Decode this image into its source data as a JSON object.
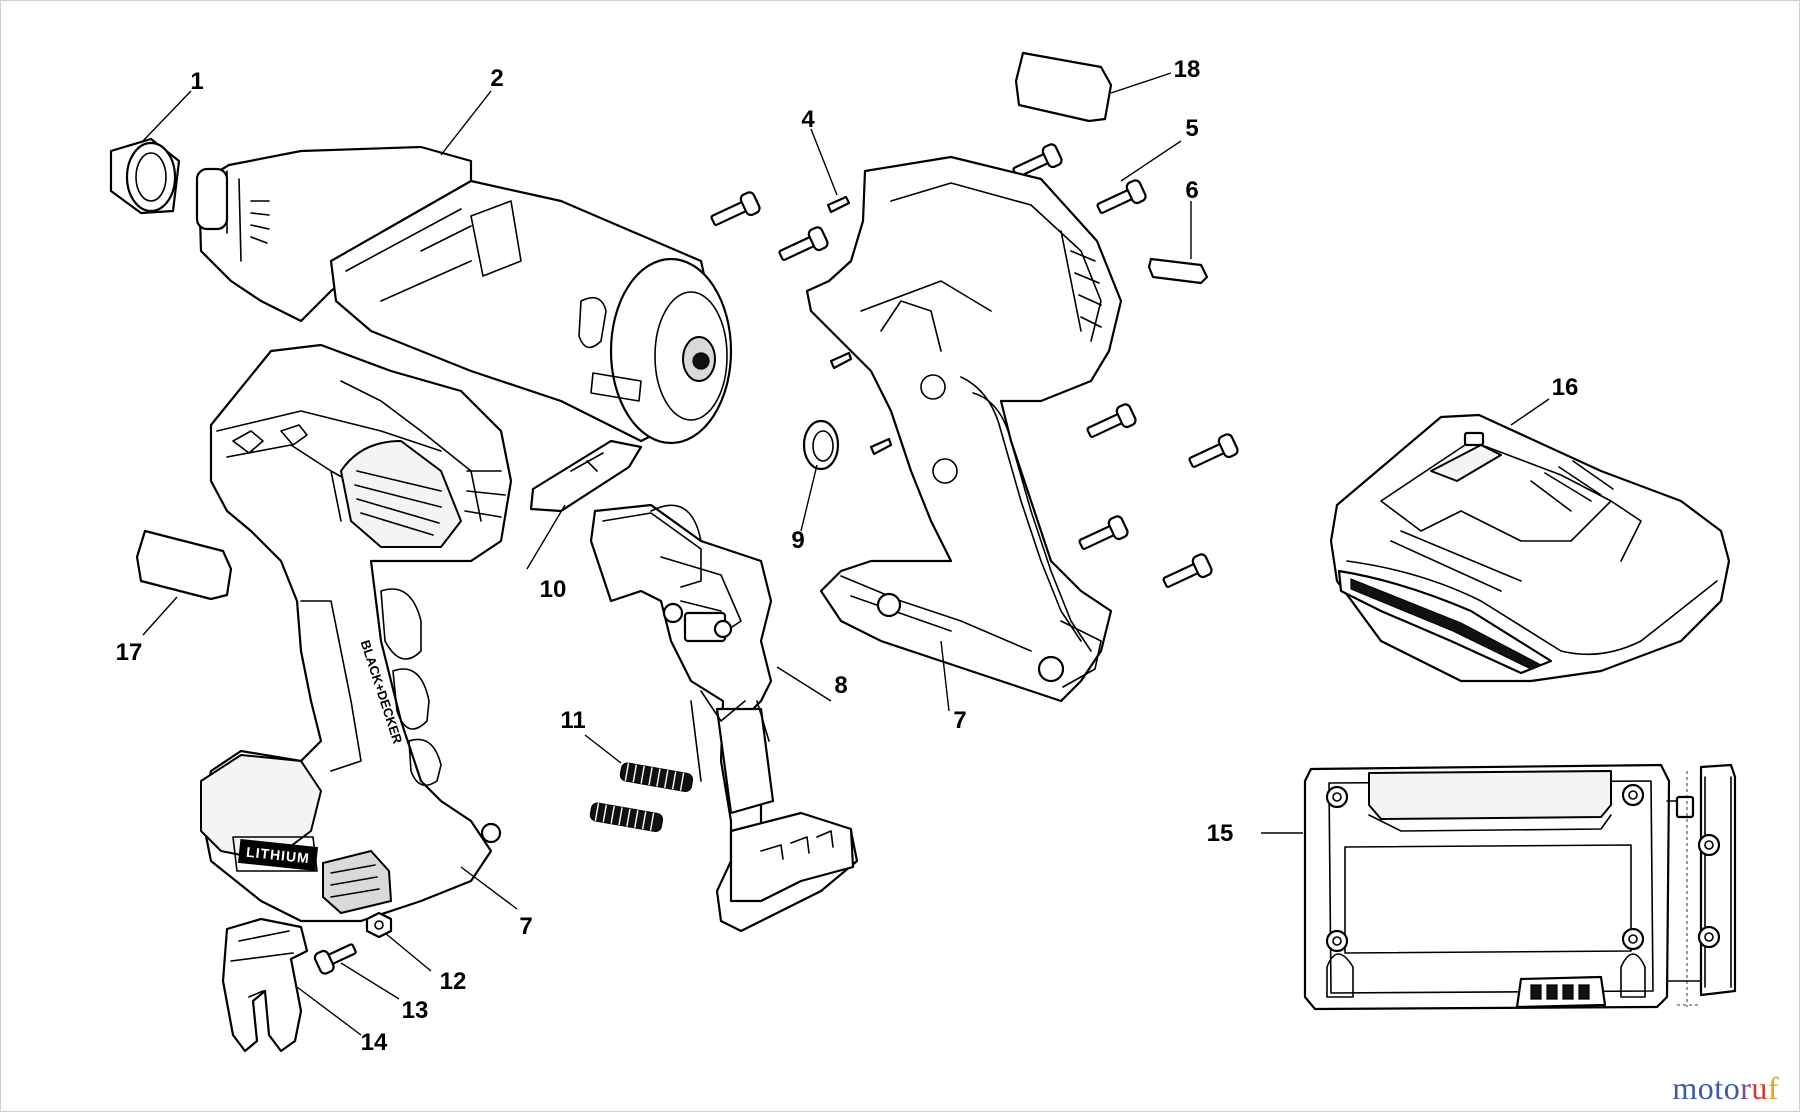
{
  "diagram": {
    "callouts": [
      {
        "id": "c1",
        "label": "1"
      },
      {
        "id": "c2",
        "label": "2"
      },
      {
        "id": "c4",
        "label": "4"
      },
      {
        "id": "c5",
        "label": "5"
      },
      {
        "id": "c6",
        "label": "6"
      },
      {
        "id": "c7a",
        "label": "7"
      },
      {
        "id": "c7b",
        "label": "7"
      },
      {
        "id": "c8",
        "label": "8"
      },
      {
        "id": "c9",
        "label": "9"
      },
      {
        "id": "c10",
        "label": "10"
      },
      {
        "id": "c11",
        "label": "11"
      },
      {
        "id": "c12",
        "label": "12"
      },
      {
        "id": "c13",
        "label": "13"
      },
      {
        "id": "c14",
        "label": "14"
      },
      {
        "id": "c15",
        "label": "15"
      },
      {
        "id": "c16",
        "label": "16"
      },
      {
        "id": "c17",
        "label": "17"
      },
      {
        "id": "c18",
        "label": "18"
      }
    ],
    "tool_markings": {
      "battery_label": "LITHIUM",
      "handle_brand": "BLACK+DECKER"
    }
  },
  "watermark": {
    "letters": [
      "m",
      "o",
      "t",
      "o",
      "r",
      "u",
      "f"
    ],
    "colors": [
      "#3b5aa8",
      "#3b5aa8",
      "#3b5aa8",
      "#3b5aa8",
      "#7a4c9b",
      "#d13c2f",
      "#e8a21c"
    ]
  }
}
